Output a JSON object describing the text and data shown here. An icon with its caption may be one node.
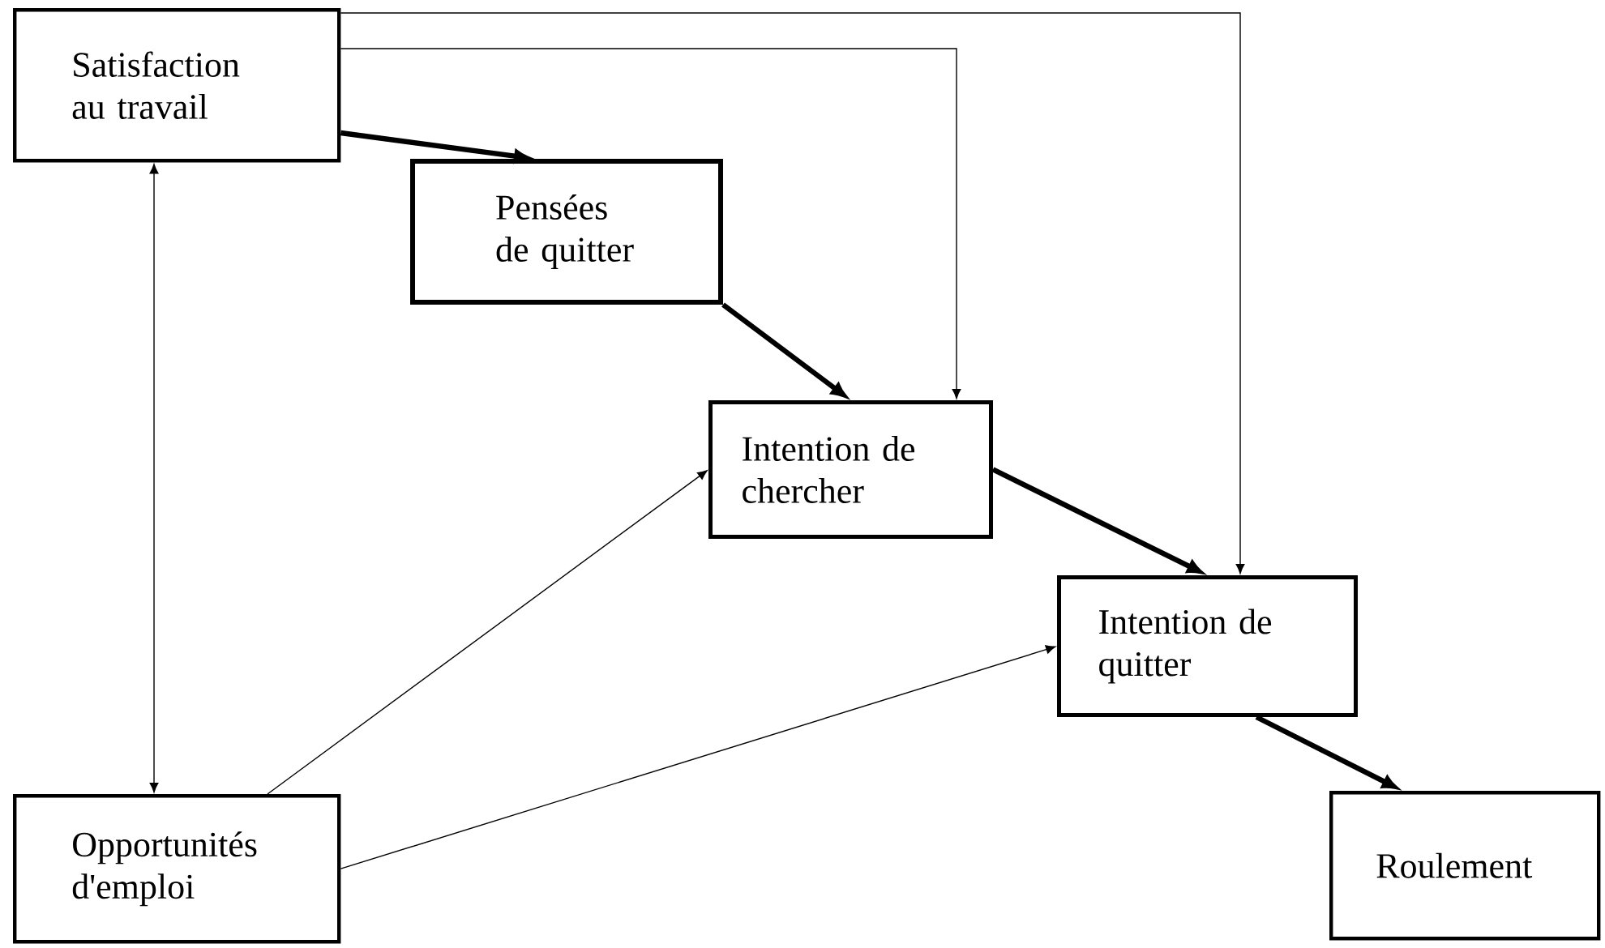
{
  "diagram": {
    "nodes": [
      {
        "text": [
          "Satisfaction au travail"
        ]
      },
      {
        "text": [
          "Pensées de quitter"
        ]
      },
      {
        "text": [
          "Intention de chercher"
        ]
      },
      {
        "text": [
          "Intention de quitter"
        ]
      },
      {
        "text": [
          "Opportunités d'emploi"
        ]
      },
      {
        "text": [
          "Roulement"
        ]
      }
    ],
    "edges": [
      {
        "from": 0,
        "to": 1,
        "arrow": "to",
        "style": "thick"
      },
      {
        "from": 1,
        "to": 2,
        "arrow": "to",
        "style": "thick"
      },
      {
        "from": 2,
        "to": 3,
        "arrow": "to",
        "style": "thick"
      },
      {
        "from": 3,
        "to": 5,
        "arrow": "to",
        "style": "thick"
      },
      {
        "from": 0,
        "to": 2,
        "arrow": "to"
      },
      {
        "from": 0,
        "to": 3,
        "arrow": "to"
      },
      {
        "from": 0,
        "to": 4,
        "arrow": "both"
      },
      {
        "from": 4,
        "to": 2,
        "arrow": "to"
      },
      {
        "from": 4,
        "to": 3,
        "arrow": "to"
      }
    ]
  }
}
